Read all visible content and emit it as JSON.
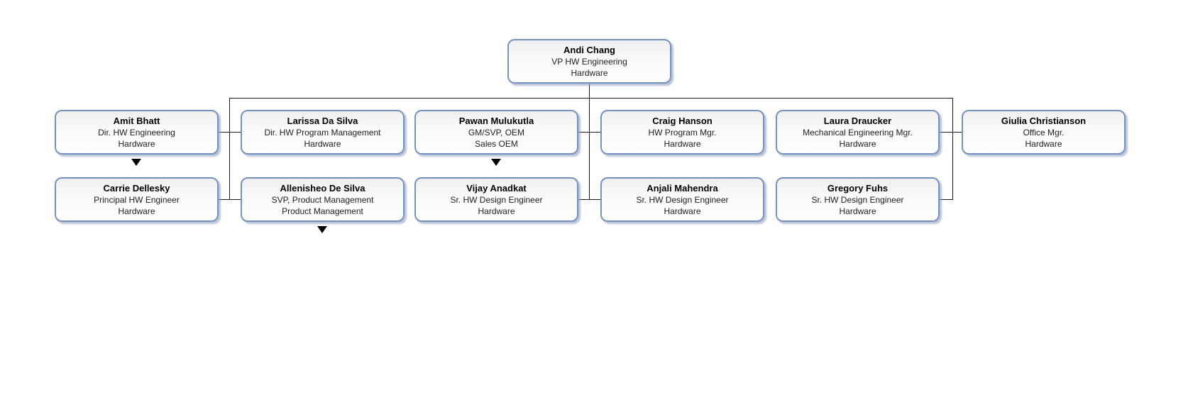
{
  "diagram": {
    "type": "org-chart",
    "background_color": "#ffffff",
    "connector_color": "#1a1a1a",
    "node_border_color": "#7792c0",
    "node_fill_colors": [
      "#efefef",
      "#ffffff"
    ],
    "nodes": [
      {
        "id": "andi-chang",
        "name": "Andi Chang",
        "title": "VP HW Engineering",
        "dept": "Hardware",
        "level": 1,
        "reports_to": null,
        "collapsed_indicator": false
      },
      {
        "id": "amit-bhatt",
        "name": "Amit Bhatt",
        "title": "Dir. HW Engineering",
        "dept": "Hardware",
        "level": 2,
        "reports_to": "Andi Chang",
        "collapsed_indicator": true
      },
      {
        "id": "larissa-da-silva",
        "name": "Larissa Da Silva",
        "title": "Dir. HW Program Management",
        "dept": "Hardware",
        "level": 2,
        "reports_to": "Andi Chang",
        "collapsed_indicator": false
      },
      {
        "id": "pawan-mulukutla",
        "name": "Pawan Mulukutla",
        "title": "GM/SVP, OEM",
        "dept": "Sales OEM",
        "level": 2,
        "reports_to": "Andi Chang",
        "collapsed_indicator": true
      },
      {
        "id": "craig-hanson",
        "name": "Craig Hanson",
        "title": "HW Program Mgr.",
        "dept": "Hardware",
        "level": 2,
        "reports_to": "Andi Chang",
        "collapsed_indicator": false
      },
      {
        "id": "laura-draucker",
        "name": "Laura Draucker",
        "title": "Mechanical Engineering Mgr.",
        "dept": "Hardware",
        "level": 2,
        "reports_to": "Andi Chang",
        "collapsed_indicator": false
      },
      {
        "id": "giulia-christianson",
        "name": "Giulia Christianson",
        "title": "Office Mgr.",
        "dept": "Hardware",
        "level": 2,
        "reports_to": "Andi Chang",
        "collapsed_indicator": false
      },
      {
        "id": "carrie-dellesky",
        "name": "Carrie Dellesky",
        "title": "Principal HW Engineer",
        "dept": "Hardware",
        "level": 3,
        "reports_to": "Andi Chang",
        "collapsed_indicator": false
      },
      {
        "id": "allenisheo-de-silva",
        "name": "Allenisheo De Silva",
        "title": "SVP, Product Management",
        "dept": "Product Management",
        "level": 3,
        "reports_to": "Andi Chang",
        "collapsed_indicator": true
      },
      {
        "id": "vijay-anadkat",
        "name": "Vijay Anadkat",
        "title": "Sr. HW Design Engineer",
        "dept": "Hardware",
        "level": 3,
        "reports_to": "Andi Chang",
        "collapsed_indicator": false
      },
      {
        "id": "anjali-mahendra",
        "name": "Anjali Mahendra",
        "title": "Sr. HW Design Engineer",
        "dept": "Hardware",
        "level": 3,
        "reports_to": "Andi Chang",
        "collapsed_indicator": false
      },
      {
        "id": "gregory-fuhs",
        "name": "Gregory Fuhs",
        "title": "Sr. HW Design Engineer",
        "dept": "Hardware",
        "level": 3,
        "reports_to": "Andi Chang",
        "collapsed_indicator": false
      }
    ]
  }
}
